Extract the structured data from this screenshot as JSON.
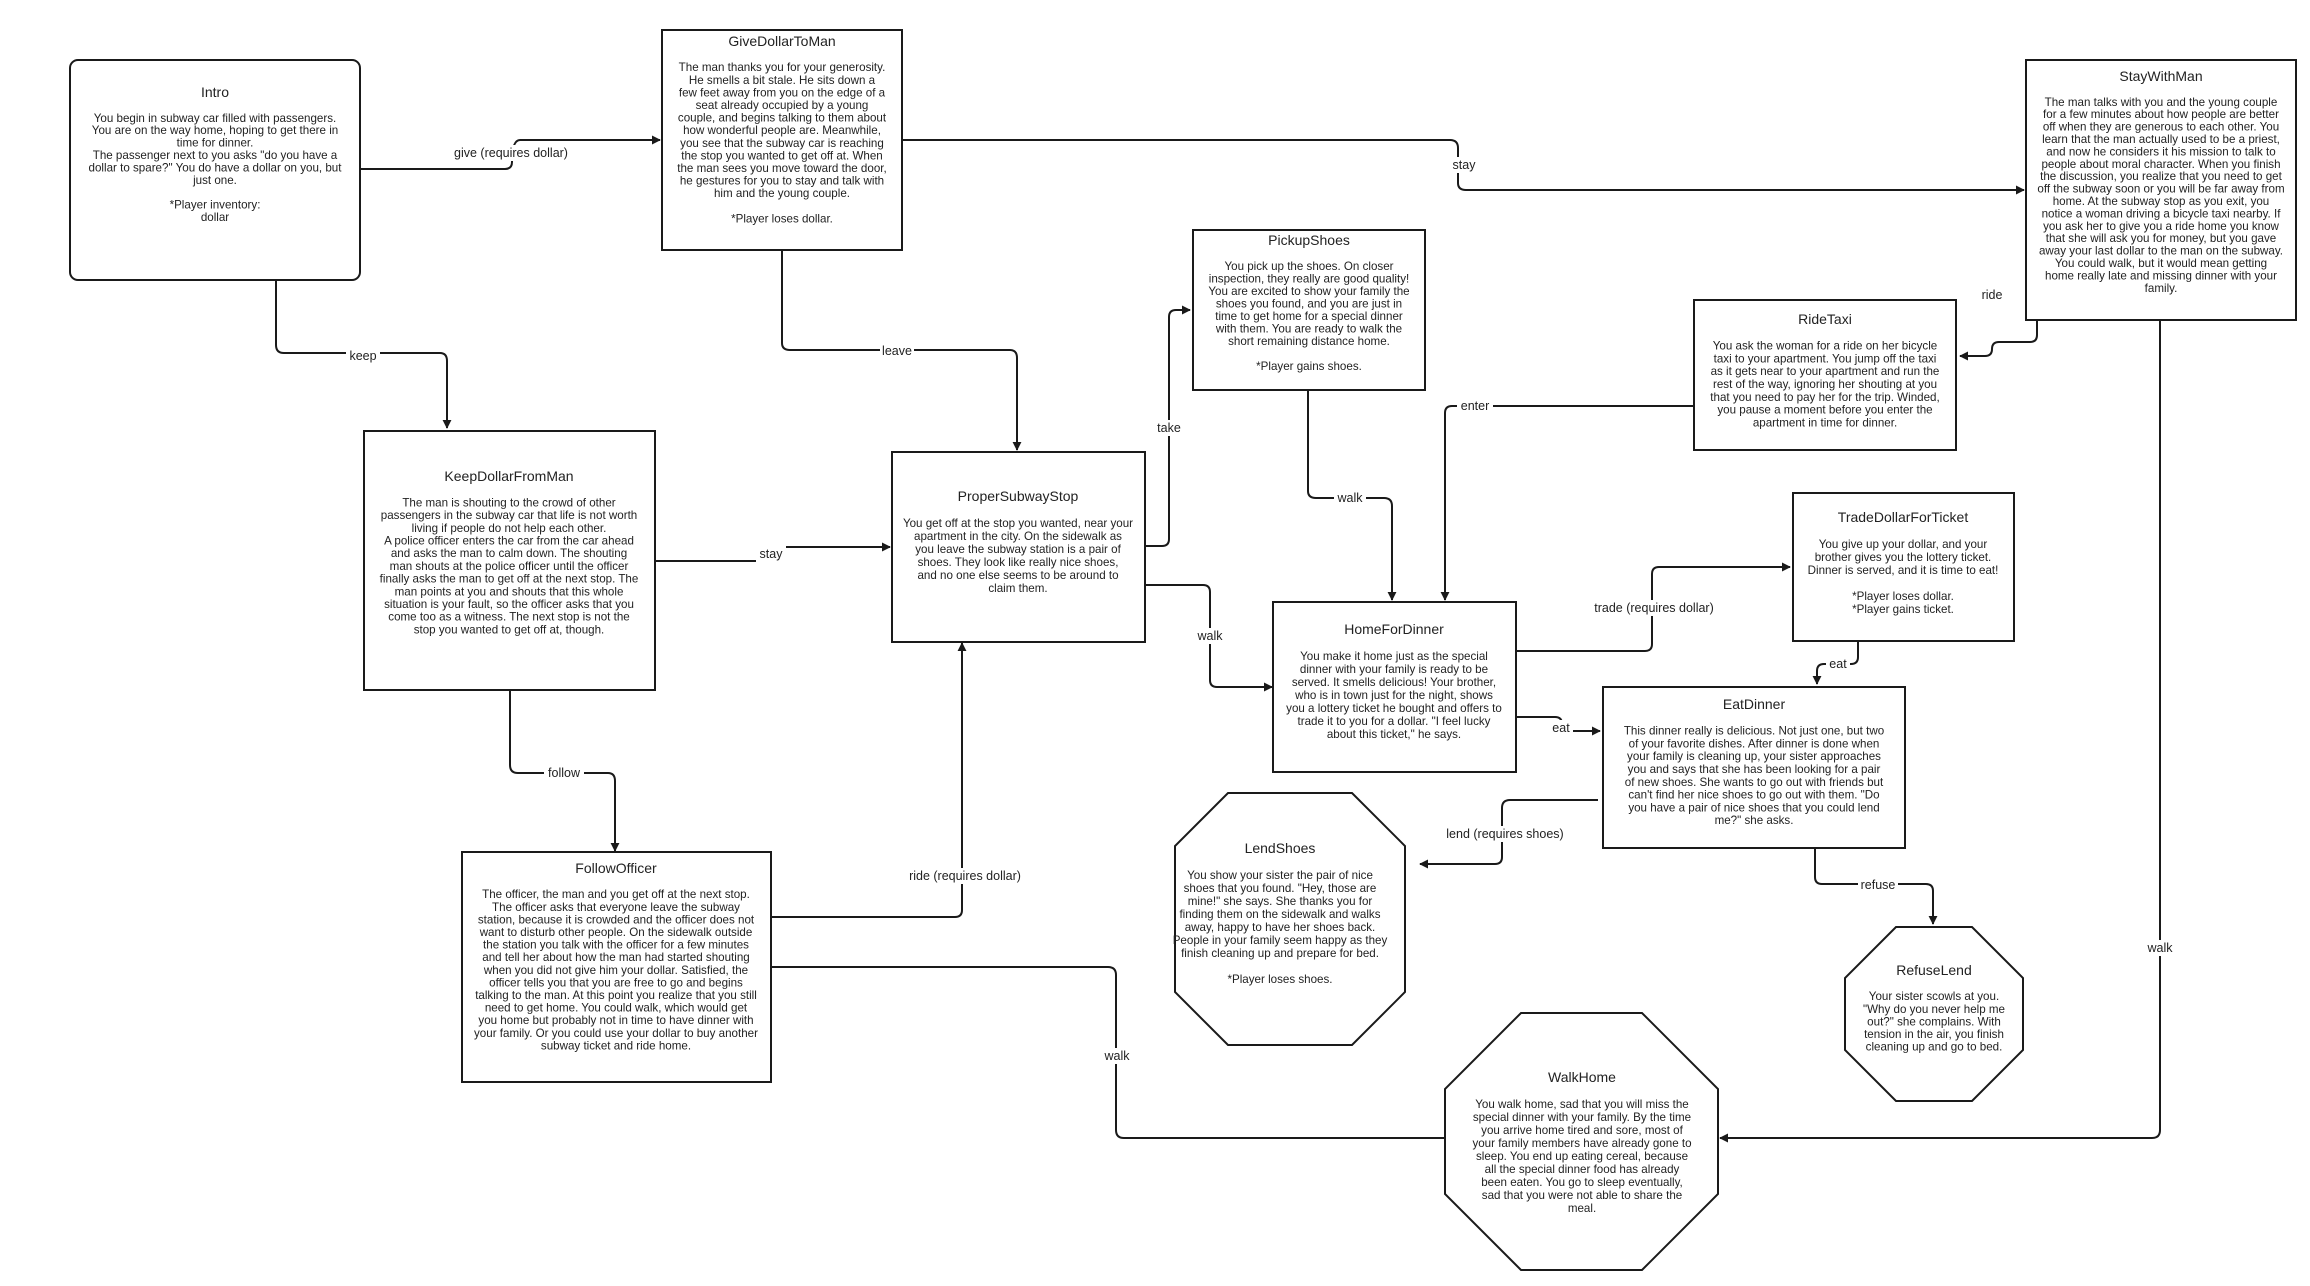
{
  "nodes": {
    "intro": {
      "title": "Intro",
      "lines": [
        "",
        "You begin in subway car filled with passengers.",
        "You are on the way home, hoping to get there in",
        "time for dinner.",
        "The passenger next to you asks \"do you have a",
        "dollar to spare?\" You do have a dollar on you, but",
        "just one.",
        "",
        "*Player inventory:",
        "dollar"
      ]
    },
    "give": {
      "title": "GiveDollarToMan",
      "lines": [
        "",
        "The man thanks you for your generosity.",
        "He smells a bit stale.  He sits down a",
        "few feet away from you on the edge of a",
        "seat already occupied by a young",
        "couple, and begins talking to them about",
        "how wonderful people are.  Meanwhile,",
        "you see that the subway car is reaching",
        "the stop you wanted to get off at.  When",
        "the man sees you move toward the door,",
        "he gestures for you to stay and talk with",
        "him and the young couple.",
        "",
        "*Player loses dollar."
      ]
    },
    "staywith": {
      "title": "StayWithMan",
      "lines": [
        "",
        "The man talks with you and the young couple",
        "for a few minutes about how people are better",
        "off when they are generous to each other.  You",
        "learn that the man actually used to be a priest,",
        "and now he considers it his mission to talk to",
        "people about moral character.  When you finish",
        "the discussion, you realize that you need to get",
        "off the subway soon or you will be far away from",
        "home.  At the subway stop as you exit, you",
        "notice a woman driving a bicycle taxi nearby.  If",
        "you ask her to give you a ride home you know",
        "that she will ask you for money, but you gave",
        "away your last dollar to the man on the subway.",
        "You could walk, but it would mean getting",
        "home really late and missing dinner with your",
        "family."
      ]
    },
    "pickup": {
      "title": "PickupShoes",
      "lines": [
        "",
        "You pick up the shoes.  On closer",
        "inspection, they really are good quality!",
        "You are excited to show your family the",
        "shoes you found, and you are just in",
        "time to get home for a special dinner",
        "with them.  You are ready to walk the",
        "short remaining distance home.",
        "",
        "*Player gains shoes."
      ]
    },
    "ridetaxi": {
      "title": "RideTaxi",
      "lines": [
        "",
        "You ask the woman for a ride on her bicycle",
        "taxi to your apartment.  You jump off the taxi",
        "as it gets near to your apartment and run the",
        "rest of the way, ignoring her shouting at you",
        "that you need to pay her for the trip.  Winded,",
        "you pause a moment before you enter the",
        "apartment in time for dinner."
      ]
    },
    "keep": {
      "title": "KeepDollarFromMan",
      "lines": [
        "",
        "The man is shouting to the crowd of other",
        "passengers  in the subway car that life is not worth",
        "living if people do not help each other.",
        "A police officer enters the car from the car ahead",
        "and asks the man to calm down.  The shouting",
        "man shouts at the police officer until the officer",
        "finally asks the man to get off at the next stop.  The",
        "man points at you and shouts that this whole",
        "situation is your fault, so the officer asks that you",
        "come too as a witness.  The next stop is not the",
        "stop you wanted to get off at, though."
      ]
    },
    "proper": {
      "title": "ProperSubwayStop",
      "lines": [
        "",
        "You get off at the stop you wanted, near your",
        "apartment in the city.  On the sidewalk as",
        "you leave the subway station is a pair of",
        "shoes.  They look like really nice shoes,",
        "and no one else seems to be around to",
        "claim them."
      ]
    },
    "trade": {
      "title": "TradeDollarForTicket",
      "lines": [
        "",
        "You give up your dollar, and your",
        "brother gives you the lottery ticket.",
        "Dinner is served, and it is time to eat!",
        "",
        "*Player loses dollar.",
        "*Player gains ticket."
      ]
    },
    "home": {
      "title": "HomeForDinner",
      "lines": [
        "",
        "You make it home just as the special",
        "dinner with your family is ready to be",
        "served.  It smells delicious!  Your brother,",
        "who is in town just for the night, shows",
        "you a lottery ticket he bought and offers to",
        "trade it to you for a dollar.  \"I feel lucky",
        "about this ticket,\" he says."
      ]
    },
    "eat": {
      "title": "EatDinner",
      "lines": [
        "",
        "This dinner really is delicious.  Not just one, but two",
        "of your favorite dishes.  After dinner is done when",
        "your family is cleaning up, your sister approaches",
        "you and says that she has been looking for a pair",
        "of new shoes.  She wants to go out with friends but",
        "can't find her nice shoes to go out with them.  \"Do",
        "you have a pair of nice shoes that you could lend",
        "me?\" she asks."
      ]
    },
    "lend": {
      "title": "LendShoes",
      "lines": [
        "",
        "You show your sister the pair of nice",
        "shoes that you found.  \"Hey, those are",
        "mine!\" she says.  She thanks you for",
        "finding them on the sidewalk and walks",
        "away, happy to have her shoes back.",
        "People in your family seem happy as they",
        "finish cleaning up and prepare for bed.",
        "",
        "*Player loses shoes."
      ]
    },
    "follow": {
      "title": "FollowOfficer",
      "lines": [
        "",
        "The officer, the man and you get off at the next stop.",
        "The officer asks that everyone leave the subway",
        "station, because it is crowded and the officer does not",
        "want to disturb other people.  On the sidewalk outside",
        "the station you talk with the officer for a few minutes",
        "and tell her about how the man had started shouting",
        "when you did not give him your dollar.  Satisfied, the",
        "officer tells you that you are free to go and begins",
        "talking to the man.  At this point you realize that you still",
        "need to get home.  You could walk, which would get",
        "you home but probably not in time to have dinner with",
        "your family.  Or you could use your dollar to buy another",
        "subway ticket and ride home."
      ]
    },
    "refuse": {
      "title": "RefuseLend",
      "lines": [
        "",
        "Your sister scowls at you.",
        "\"Why do you never help me",
        "out?\" she complains.  With",
        "tension in the air, you finish",
        "cleaning up and go to bed."
      ]
    },
    "walkhome": {
      "title": "WalkHome",
      "lines": [
        "",
        "You walk home, sad that you will miss the",
        "special dinner with your family.  By the time",
        "you arrive home tired and sore, most of",
        "your family members have already gone to",
        "sleep.  You end up eating cereal, because",
        "all the special dinner food has already",
        "been eaten.  You go to sleep eventually,",
        "sad that you were not able to share the",
        "meal."
      ]
    }
  },
  "edges": [
    {
      "id": "intro-give",
      "label": "give (requires dollar)"
    },
    {
      "id": "intro-keep",
      "label": "keep"
    },
    {
      "id": "give-staywith",
      "label": "stay"
    },
    {
      "id": "give-proper",
      "label": "leave"
    },
    {
      "id": "keep-proper",
      "label": "stay"
    },
    {
      "id": "keep-follow",
      "label": "follow"
    },
    {
      "id": "proper-pickup",
      "label": "take"
    },
    {
      "id": "proper-home",
      "label": "walk"
    },
    {
      "id": "pickup-home",
      "label": "walk"
    },
    {
      "id": "staywith-ridetaxi",
      "label": "ride"
    },
    {
      "id": "ridetaxi-home",
      "label": "enter"
    },
    {
      "id": "home-trade",
      "label": "trade (requires dollar)"
    },
    {
      "id": "trade-eat",
      "label": "eat"
    },
    {
      "id": "home-eat",
      "label": "eat"
    },
    {
      "id": "eat-lend",
      "label": "lend (requires shoes)"
    },
    {
      "id": "eat-refuse",
      "label": "refuse"
    },
    {
      "id": "follow-proper",
      "label": "ride (requires dollar)"
    },
    {
      "id": "follow-walkhome",
      "label": "walk"
    },
    {
      "id": "staywith-walkhome",
      "label": "walk"
    }
  ]
}
